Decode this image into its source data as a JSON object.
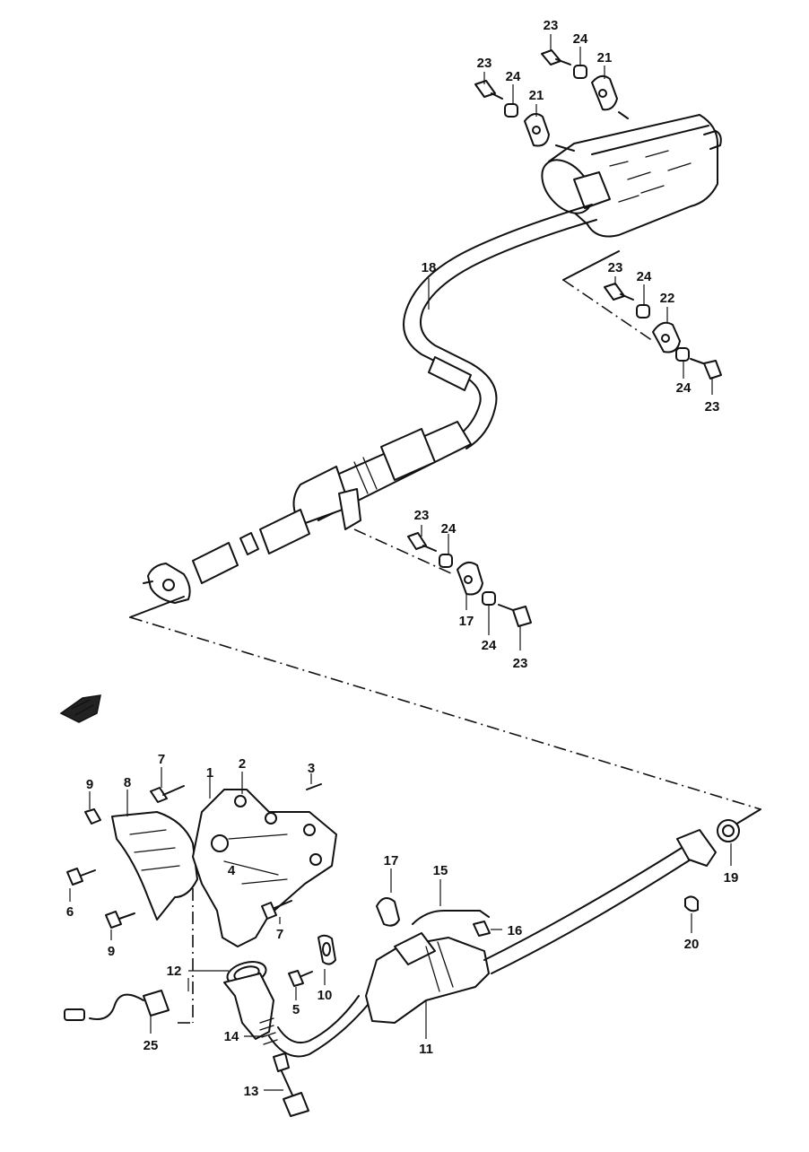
{
  "callouts": [
    {
      "id": "c-23a",
      "text": "23"
    },
    {
      "id": "c-24a",
      "text": "24"
    },
    {
      "id": "c-21a",
      "text": "21"
    },
    {
      "id": "c-23b",
      "text": "23"
    },
    {
      "id": "c-24b",
      "text": "24"
    },
    {
      "id": "c-21b",
      "text": "21"
    },
    {
      "id": "c-18",
      "text": "18"
    },
    {
      "id": "c-23c",
      "text": "23"
    },
    {
      "id": "c-24c",
      "text": "24"
    },
    {
      "id": "c-22",
      "text": "22"
    },
    {
      "id": "c-24d",
      "text": "24"
    },
    {
      "id": "c-23d",
      "text": "23"
    },
    {
      "id": "c-23e",
      "text": "23"
    },
    {
      "id": "c-24e",
      "text": "24"
    },
    {
      "id": "c-17a",
      "text": "17"
    },
    {
      "id": "c-24f",
      "text": "24"
    },
    {
      "id": "c-23f",
      "text": "23"
    },
    {
      "id": "c-7a",
      "text": "7"
    },
    {
      "id": "c-1",
      "text": "1"
    },
    {
      "id": "c-2",
      "text": "2"
    },
    {
      "id": "c-3",
      "text": "3"
    },
    {
      "id": "c-9a",
      "text": "9"
    },
    {
      "id": "c-8",
      "text": "8"
    },
    {
      "id": "c-4",
      "text": "4"
    },
    {
      "id": "c-6",
      "text": "6"
    },
    {
      "id": "c-9b",
      "text": "9"
    },
    {
      "id": "c-7b",
      "text": "7"
    },
    {
      "id": "c-17b",
      "text": "17"
    },
    {
      "id": "c-15",
      "text": "15"
    },
    {
      "id": "c-16",
      "text": "16"
    },
    {
      "id": "c-19",
      "text": "19"
    },
    {
      "id": "c-20",
      "text": "20"
    },
    {
      "id": "c-12",
      "text": "12"
    },
    {
      "id": "c-10",
      "text": "10"
    },
    {
      "id": "c-5",
      "text": "5"
    },
    {
      "id": "c-25",
      "text": "25"
    },
    {
      "id": "c-14",
      "text": "14"
    },
    {
      "id": "c-11",
      "text": "11"
    },
    {
      "id": "c-13",
      "text": "13"
    }
  ]
}
